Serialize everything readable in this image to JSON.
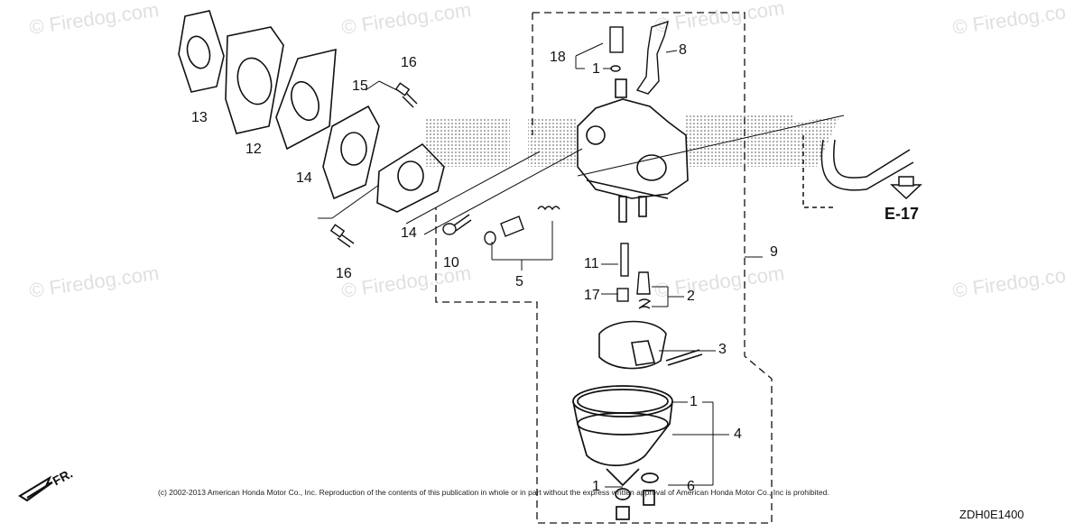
{
  "watermark": "© Firedog.com",
  "callouts": {
    "c1a": "1",
    "c1b": "1",
    "c1c": "1",
    "c2": "2",
    "c3": "3",
    "c4": "4",
    "c5": "5",
    "c6": "6",
    "c8": "8",
    "c9": "9",
    "c10": "10",
    "c11": "11",
    "c12": "12",
    "c13": "13",
    "c14a": "14",
    "c14b": "14",
    "c15": "15",
    "c16a": "16",
    "c16b": "16",
    "c17": "17",
    "c18": "18"
  },
  "ref_label": "E-17",
  "front_label": "FR.",
  "copyright": "(c) 2002-2013 American Honda Motor Co., Inc. Reproduction of the contents of this publication in whole or in part without the express written approval of American Honda Motor Co., Inc is prohibited.",
  "diagram_code": "ZDH0E1400",
  "colors": {
    "line": "#111111",
    "watermark": "#e0e0e0",
    "stipple": "#777777"
  }
}
